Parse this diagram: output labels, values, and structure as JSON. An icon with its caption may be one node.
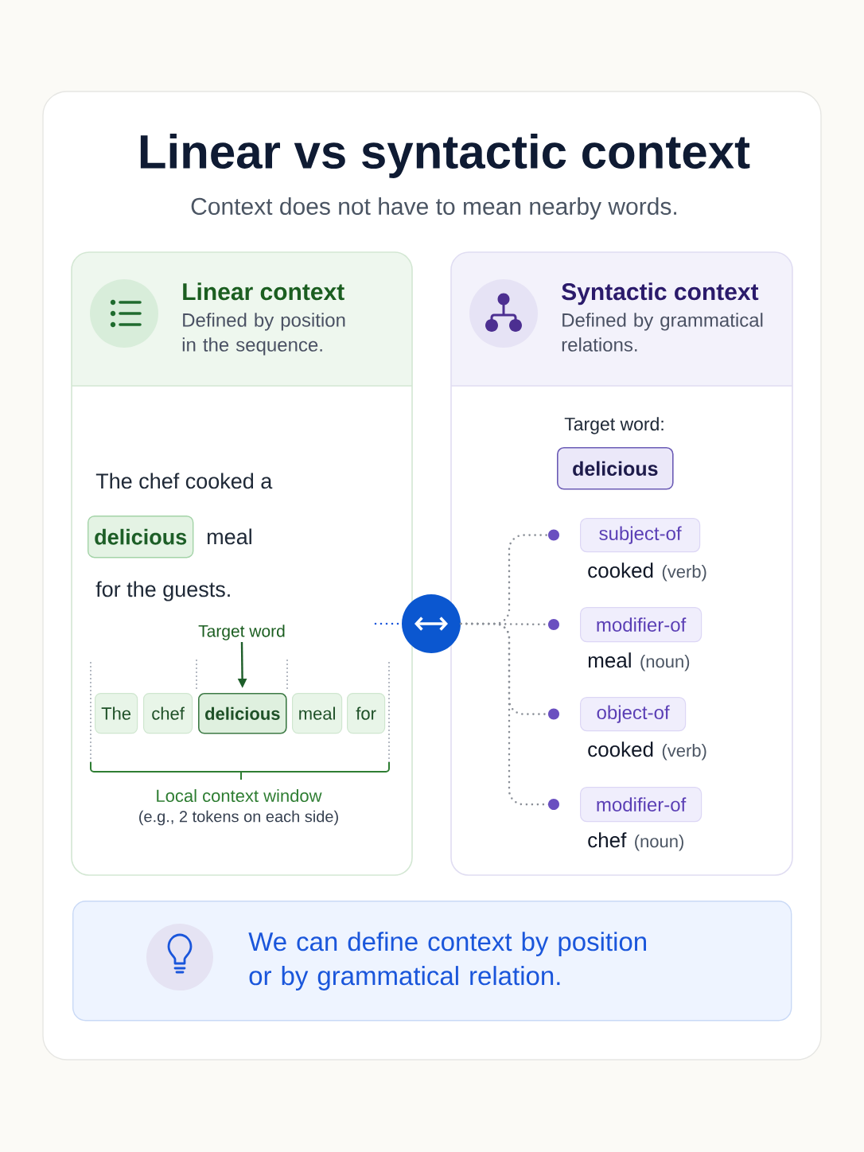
{
  "diagram": {
    "title": "Linear vs syntactic context",
    "nodes": [
      {
        "text": [
          "Linear context",
          "Defined by position in the sequence."
        ]
      },
      {
        "text": [
          "Syntactic context",
          "Defined by grammatical relations."
        ]
      },
      {
        "text": [
          "delicious"
        ],
        "in": 0
      },
      {
        "text": [
          "Target word"
        ],
        "in": 0
      },
      {
        "text": [
          "The"
        ],
        "in": 0
      },
      {
        "text": [
          "chef"
        ],
        "in": 0
      },
      {
        "text": [
          "delicious"
        ],
        "in": 0
      },
      {
        "text": [
          "meal"
        ],
        "in": 0
      },
      {
        "text": [
          "for"
        ],
        "in": 0
      },
      {
        "text": [],
        "shape": "circle"
      },
      {
        "text": [
          "delicious"
        ],
        "in": 1,
        "beside": [
          "Target word:"
        ]
      },
      {
        "text": [
          "subject-of"
        ],
        "in": 1,
        "beside": [
          "cooked",
          "(verb)"
        ]
      },
      {
        "text": [
          "modifier-of"
        ],
        "in": 1,
        "beside": [
          "meal",
          "(noun)"
        ]
      },
      {
        "text": [
          "object-of"
        ],
        "in": 1,
        "beside": [
          "cooked",
          "(verb)"
        ]
      },
      {
        "text": [
          "modifier-of"
        ],
        "in": 1,
        "beside": [
          "chef",
          "(noun)"
        ]
      },
      {
        "text": [
          "We can define context by position or by grammatical relation."
        ]
      }
    ],
    "edges": [
      {
        "from": 3,
        "to": 6,
        "arrow": "to",
        "color": "#1e5e2a"
      },
      {
        "from": null,
        "to": 9,
        "arrow": "none",
        "style": "dashed",
        "color": "#1a56db"
      },
      {
        "from": 9,
        "to": 11,
        "arrow": "other",
        "style": "dashed"
      },
      {
        "from": 9,
        "to": 12,
        "arrow": "other",
        "style": "dashed"
      },
      {
        "from": 9,
        "to": 13,
        "arrow": "other",
        "style": "dashed"
      },
      {
        "from": 9,
        "to": 14,
        "arrow": "other",
        "style": "dashed"
      }
    ],
    "labels": [
      "Context does not have to mean nearby words.",
      "The chef cooked a",
      "meal",
      "for the guests.",
      "Local context window",
      "(e.g., 2 tokens on each side)"
    ]
  }
}
